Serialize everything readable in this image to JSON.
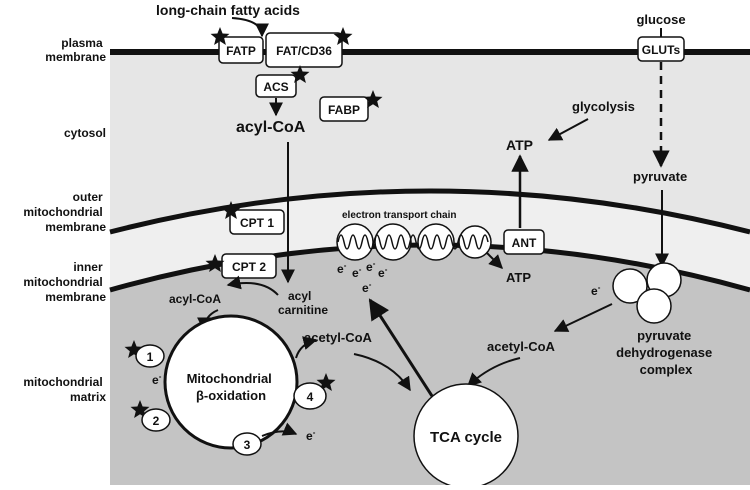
{
  "side_labels": {
    "plasma_membrane": [
      "plasma",
      "membrane"
    ],
    "cytosol": "cytosol",
    "outer_membrane": [
      "outer",
      "mitochondrial",
      "membrane"
    ],
    "inner_membrane": [
      "inner",
      "mitochondrial",
      "membrane"
    ],
    "matrix": [
      "mitochondrial",
      "matrix"
    ]
  },
  "top": {
    "lcfa": "long-chain fatty acids",
    "glucose": "glucose"
  },
  "boxes": {
    "fatp": "FATP",
    "fat_cd36": "FAT/CD36",
    "acs": "ACS",
    "fabp": "FABP",
    "gluts": "GLUTs",
    "cpt1": "CPT 1",
    "cpt2": "CPT 2",
    "ant": "ANT"
  },
  "labels": {
    "acyl_coa_cytosol": "acyl-CoA",
    "glycolysis": "glycolysis",
    "atp_top": "ATP",
    "pyruvate": "pyruvate",
    "etc": "electron transport chain",
    "atp_inner": "ATP",
    "acyl_coa_matrix": "acyl-CoA",
    "acyl_carnitine": [
      "acyl",
      "carnitine"
    ],
    "acetyl_coa_left": "acetyl-CoA",
    "acetyl_coa_right": "acetyl-CoA",
    "pdh": [
      "pyruvate",
      "dehydrogenase",
      "complex"
    ],
    "beta_ox": [
      "Mitochondrial",
      "β-oxidation"
    ],
    "tca": "TCA cycle",
    "electron": "e",
    "electron_sup": "-"
  },
  "steps": [
    "1",
    "2",
    "3",
    "4"
  ],
  "colors": {
    "matrix_fill": "#c4c4c4",
    "cytosol_fill": "#e4e4e4",
    "intermembrane_fill": "#ececec",
    "line": "#111111"
  }
}
